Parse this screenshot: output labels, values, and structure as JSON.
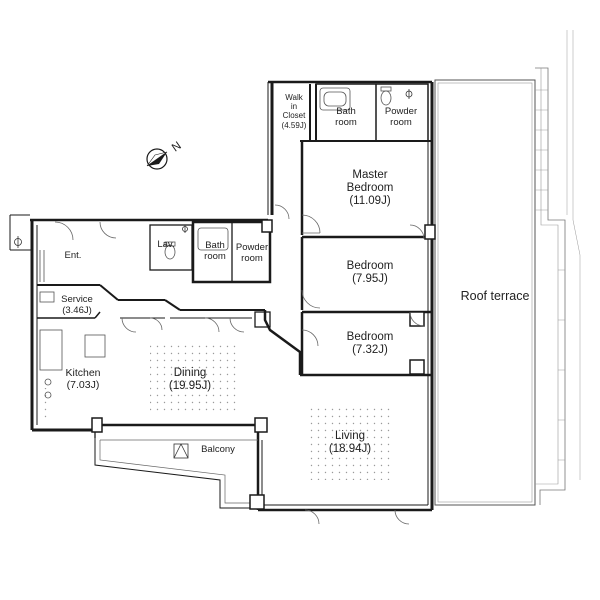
{
  "rooms": {
    "walk_in_closet": {
      "name_line1": "Walk",
      "name_line2": "in",
      "name_line3": "Closet",
      "area": "(4.59J)"
    },
    "bath_top": {
      "name_line1": "Bath",
      "name_line2": "room"
    },
    "powder_top": {
      "name_line1": "Powder",
      "name_line2": "room"
    },
    "master_bedroom": {
      "name_line1": "Master",
      "name_line2": "Bedroom",
      "area": "(11.09J)"
    },
    "bedroom_1": {
      "name": "Bedroom",
      "area": "(7.95J)"
    },
    "bedroom_2": {
      "name": "Bedroom",
      "area": "(7.32J)"
    },
    "roof_terrace": {
      "name": "Roof terrace"
    },
    "entrance": {
      "name": "Ent."
    },
    "lavatory": {
      "name": "Lav."
    },
    "bath_mid": {
      "name_line1": "Bath",
      "name_line2": "room"
    },
    "powder_mid": {
      "name_line1": "Powder",
      "name_line2": "room"
    },
    "service": {
      "name": "Service",
      "area": "(3.46J)"
    },
    "kitchen": {
      "name": "Kitchen",
      "area": "(7.03J)"
    },
    "dining": {
      "name": "Dining",
      "area": "(19.95J)"
    },
    "living": {
      "name": "Living",
      "area": "(18.94J)"
    },
    "balcony": {
      "name": "Balcony"
    }
  },
  "compass": {
    "label": "N"
  },
  "colors": {
    "wall": "#1a1a1a",
    "line": "#666666",
    "grid_dot": "#9a9a9a"
  }
}
